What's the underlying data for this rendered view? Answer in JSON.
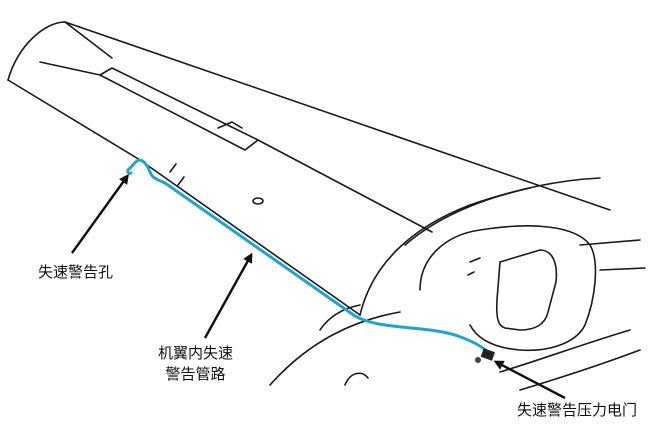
{
  "labels": {
    "stall_warning_hole": "失速警告孔",
    "wing_tube_line1": "机翼内失速",
    "wing_tube_line2": "警告管路",
    "pressure_switch": "失速警告压力电门"
  },
  "colors": {
    "line_art": "#1a1a1a",
    "tube": "#1fa3d1",
    "background": "#ffffff"
  }
}
